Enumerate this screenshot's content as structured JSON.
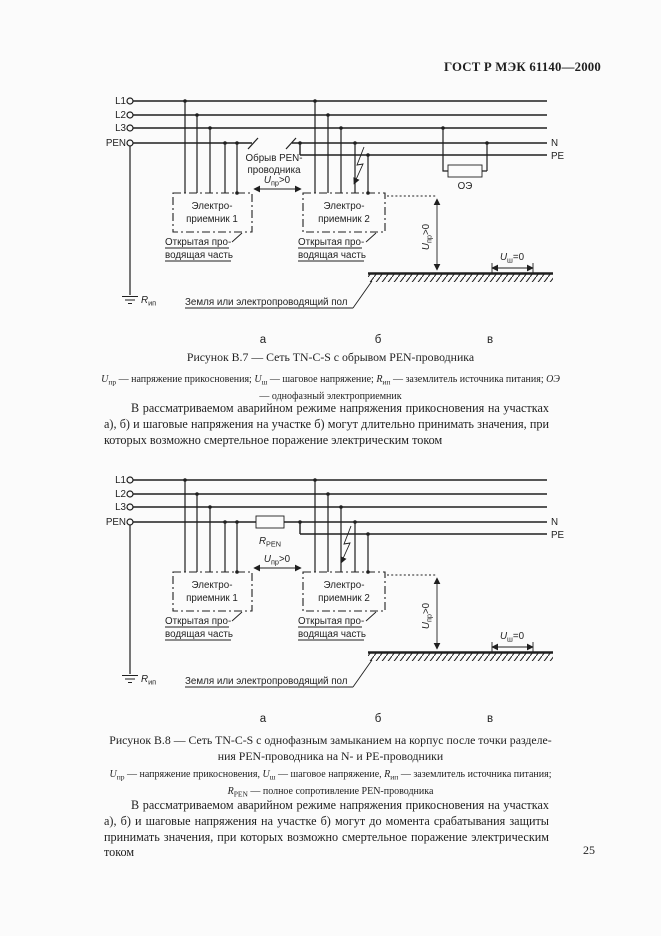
{
  "header": {
    "title": "ГОСТ Р МЭК 61140—2000"
  },
  "page_number": "25",
  "colors": {
    "ink": "#1f1f1f",
    "paper": "#fbfbfb"
  },
  "diagram_labels": {
    "l1": "L1",
    "l2": "L2",
    "l3": "L3",
    "pen": "PEN",
    "n": "N",
    "pe": "PE",
    "u": "U",
    "r": "R",
    "sub_pr": "пр",
    "sub_sh": "ш",
    "sub_ip": "ип",
    "sub_pen": "PEN",
    "gt_zero": ">0",
    "eq_zero": "=0",
    "break_line1": "Обрыв PEN-",
    "break_line2": "проводника",
    "receiver1_line1": "Электро-",
    "receiver1_line2": "приемник 1",
    "receiver2_line1": "Электро-",
    "receiver2_line2": "приемник 2",
    "open_part_line1": "Открытая про-",
    "open_part_line2": "водящая часть",
    "ground_label": "Земля или электропроводящий пол",
    "oe": "ОЭ",
    "zone_a": "а",
    "zone_b": "б",
    "zone_v": "в"
  },
  "figure_b7": {
    "caption": "Рисунок В.7 — Сеть TN-C-S с обрывом PEN-проводника",
    "legend": [
      {
        "t": "U"
      },
      {
        "t": "пр"
      },
      {
        "t": " — напряжение прикосновения; "
      },
      {
        "t": "U"
      },
      {
        "t": "ш"
      },
      {
        "t": " — шаговое напряжение; "
      },
      {
        "t": "R"
      },
      {
        "t": "ип"
      },
      {
        "t": " — заземлитель источника питания; "
      },
      {
        "t": "ОЭ"
      },
      {
        "t": " — однофазный электроприемник"
      }
    ],
    "paragraph": "В рассматриваемом аварийном режиме напряжения прикосновения на участках а), б) и шаговые напряжения на участке б) могут длительно принимать значения, при которых возможно смертельное поражение электрическим током"
  },
  "figure_b8": {
    "caption_line1": "Рисунок В.8 — Сеть TN-C-S с однофазным замыканием на корпус после точки разделе-",
    "caption_line2": "ния PEN-проводника на N- и PE-проводники",
    "legend": [
      {
        "t": "U"
      },
      {
        "t": "пр"
      },
      {
        "t": " — напряжение прикосновения, "
      },
      {
        "t": "U"
      },
      {
        "t": "ш"
      },
      {
        "t": " — шаговое напряжение, "
      },
      {
        "t": "R"
      },
      {
        "t": "ип"
      },
      {
        "t": " — заземлитель источника питания; "
      },
      {
        "t": "R"
      },
      {
        "t": "PEN"
      },
      {
        "t": " — полное сопротивление PEN-проводника"
      }
    ],
    "paragraph": "В рассматриваемом аварийном режиме напряжения прикосновения на участках а), б) и шаговые напряжения на участке б) могут до момента срабатывания защиты принимать значения, при которых возможно смертельное поражение электрическим током"
  }
}
